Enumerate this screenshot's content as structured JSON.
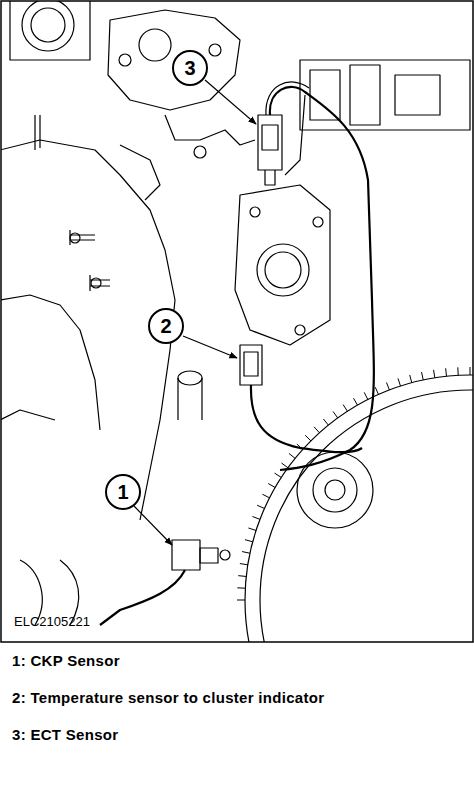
{
  "diagram": {
    "nodes": [
      {
        "text": [
          "3"
        ]
      },
      {
        "text": [
          "2"
        ]
      },
      {
        "text": [
          "1"
        ]
      }
    ],
    "labels": [
      "ELC2105221",
      "1: CKP Sensor",
      "2: Temperature sensor to cluster indicator",
      "3: ECT Sensor"
    ]
  }
}
